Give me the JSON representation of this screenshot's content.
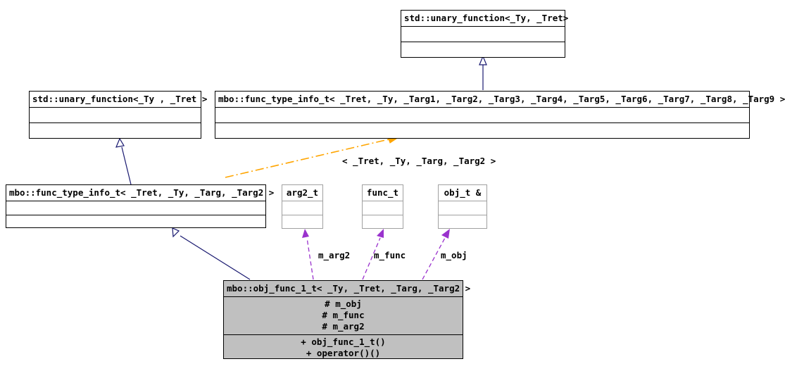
{
  "diagram": {
    "type": "uml-class-diagram",
    "background": "#ffffff",
    "colors": {
      "inheritance_edge": "#191970",
      "usage_edge": "#9a32cd",
      "template_edge": "#ffa500",
      "filled_class_bg": "#c0c0c0",
      "plain_class_bg": "#ffffff",
      "border": "#000000",
      "gray_border": "#a0a0a0"
    },
    "classes": [
      {
        "id": "std_unary_function_top",
        "title": "std::unary_function<_Ty, _Tret>",
        "attributes": [],
        "operations": [],
        "filled": false,
        "gray_border": false
      },
      {
        "id": "std_unary_function_left",
        "title": "std::unary_function<_Ty , _Tret >",
        "attributes": [],
        "operations": [],
        "filled": false,
        "gray_border": false
      },
      {
        "id": "func_type_info_t_full",
        "title": "mbo::func_type_info_t< _Tret, _Ty, _Targ1, _Targ2, _Targ3, _Targ4, _Targ5, _Targ6, _Targ7, _Targ8, _Targ9 >",
        "attributes": [],
        "operations": [],
        "filled": false,
        "gray_border": false
      },
      {
        "id": "func_type_info_t_spec",
        "title": "mbo::func_type_info_t< _Tret, _Ty, _Targ, _Targ2 >",
        "attributes": [],
        "operations": [],
        "filled": false,
        "gray_border": false
      },
      {
        "id": "arg2_t",
        "title": "arg2_t",
        "attributes": [],
        "operations": [],
        "filled": false,
        "gray_border": true
      },
      {
        "id": "func_t",
        "title": "func_t",
        "attributes": [],
        "operations": [],
        "filled": false,
        "gray_border": true
      },
      {
        "id": "obj_t_ref",
        "title": "obj_t &",
        "attributes": [],
        "operations": [],
        "filled": false,
        "gray_border": true
      },
      {
        "id": "obj_func_1_t",
        "title": "mbo::obj_func_1_t< _Ty, _Tret, _Targ, _Targ2 >",
        "attributes": [
          "# m_obj",
          "# m_func",
          "# m_arg2"
        ],
        "operations": [
          "+ obj_func_1_t()",
          "+ operator()()"
        ],
        "filled": true,
        "gray_border": false
      }
    ],
    "edge_labels": {
      "template_binding": "< _Tret, _Ty, _Targ, _Targ2 >",
      "m_arg2": "m_arg2",
      "m_func": "m_func",
      "m_obj": "m_obj"
    }
  }
}
